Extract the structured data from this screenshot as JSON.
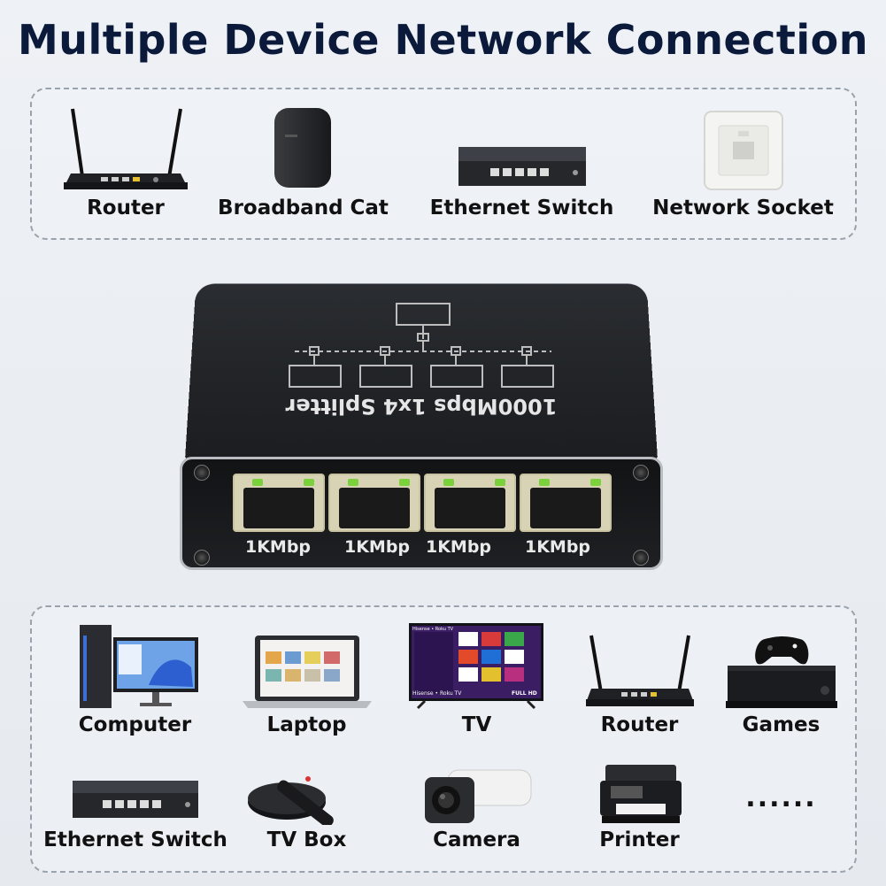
{
  "title": "Multiple Device Network Connection",
  "top_devices": [
    {
      "label": "Router",
      "icon": "router-icon"
    },
    {
      "label": "Broadband Cat",
      "icon": "modem-icon"
    },
    {
      "label": "Ethernet Switch",
      "icon": "switch-icon"
    },
    {
      "label": "Network Socket",
      "icon": "wall-socket-icon"
    }
  ],
  "splitter": {
    "text": "1000Mbps 1x4 Splitter",
    "ports": [
      "1KMbp",
      "1KMbp",
      "1KMbp",
      "1KMbp"
    ]
  },
  "bottom_devices": [
    {
      "label": "Computer",
      "icon": "computer-icon"
    },
    {
      "label": "Laptop",
      "icon": "laptop-icon"
    },
    {
      "label": "TV",
      "icon": "tv-icon"
    },
    {
      "label": "Router",
      "icon": "router-icon"
    },
    {
      "label": "Games",
      "icon": "game-console-icon"
    },
    {
      "label": "Ethernet Switch",
      "icon": "switch-icon"
    },
    {
      "label": "TV Box",
      "icon": "tv-box-icon"
    },
    {
      "label": "Camera",
      "icon": "camera-icon"
    },
    {
      "label": "Printer",
      "icon": "printer-icon"
    },
    {
      "label": "......",
      "icon": "more-icon"
    }
  ],
  "tv_screen": {
    "brand_top": "Hisense • Roku TV",
    "brand_bottom": "Hisense • Roku TV",
    "badge": "FULL HD"
  },
  "colors": {
    "title": "#0b1a3a",
    "led_green": "#7ad13b",
    "device_dark": "#1c1e22"
  }
}
